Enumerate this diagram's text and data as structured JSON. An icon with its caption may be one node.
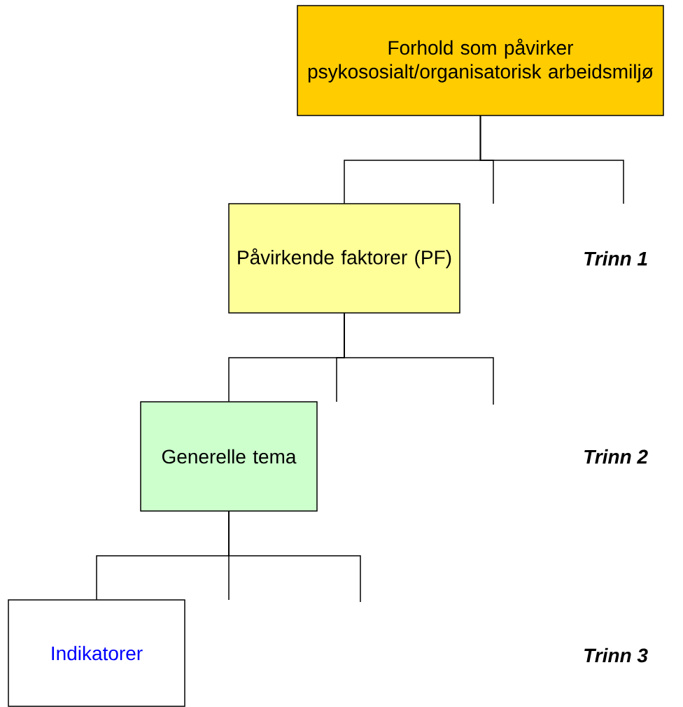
{
  "diagram": {
    "nodes": [
      {
        "text": [
          "Forhold som påvirker psykososialt/organisatorisk arbeidsmiljø"
        ]
      },
      {
        "text": [
          "Påvirkende faktorer (PF)"
        ]
      },
      {
        "text": [
          "Generelle tema"
        ]
      },
      {
        "text": [
          "Indikatorer"
        ]
      }
    ],
    "edges": [
      {
        "from": 0,
        "to": 1,
        "arrow": "none"
      },
      {
        "from": 0,
        "to": null,
        "arrow": "none"
      },
      {
        "from": 0,
        "to": null,
        "arrow": "none"
      },
      {
        "from": 1,
        "to": 2,
        "arrow": "none"
      },
      {
        "from": 1,
        "to": null,
        "arrow": "none"
      },
      {
        "from": 1,
        "to": null,
        "arrow": "none"
      },
      {
        "from": 2,
        "to": 3,
        "arrow": "none"
      },
      {
        "from": 2,
        "to": null,
        "arrow": "none"
      },
      {
        "from": 2,
        "to": null,
        "arrow": "none"
      }
    ],
    "labels": [
      "Trinn 1",
      "Trinn 2",
      "Trinn 3"
    ]
  }
}
